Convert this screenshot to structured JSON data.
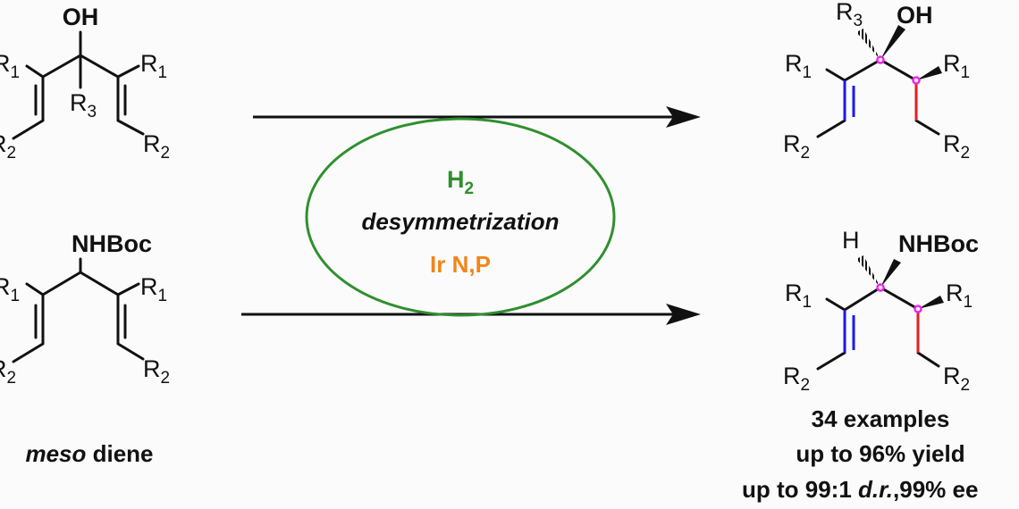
{
  "reactant": {
    "alcohol": {
      "oh": "OH",
      "r": "R",
      "r1": "1",
      "r2": "2",
      "r3": "3"
    },
    "amine": {
      "nhboc": "NHBoc",
      "r": "R",
      "r1": "1",
      "r2": "2"
    },
    "caption_italic": "meso",
    "caption_rest": " diene"
  },
  "conditions": {
    "h": "H",
    "h_sub": "2",
    "process": "desymmetrization",
    "catalyst": "Ir N,P"
  },
  "product": {
    "alcohol": {
      "oh": "OH",
      "r": "R",
      "r1": "1",
      "r2": "2",
      "r3": "3"
    },
    "amine": {
      "nhboc": "NHBoc",
      "h": "H",
      "r": "R",
      "r1": "1",
      "r2": "2"
    },
    "results": {
      "examples": "34 examples",
      "yield": "up to 96% yield",
      "selectivity_prefix": "up to 99:1 ",
      "selectivity_dr": "d.r.",
      "selectivity_suffix": ",99% ee"
    }
  },
  "colors": {
    "ellipse": "#2f8f2f",
    "h2": "#2f8f2f",
    "catalyst": "#f0861a",
    "alkene": "#1a1aee",
    "reduced_bond": "#e02020",
    "stereocenter": "#ee22ee"
  }
}
